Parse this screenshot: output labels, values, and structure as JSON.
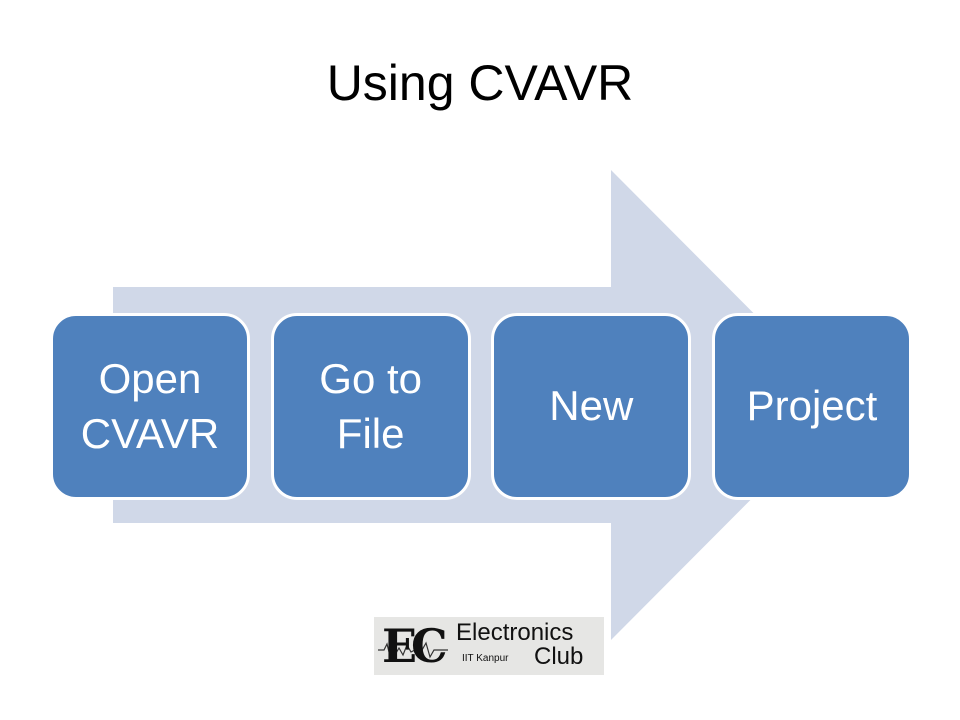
{
  "title": "Using CVAVR",
  "steps": [
    {
      "label": "Open\nCVAVR"
    },
    {
      "label": "Go to\nFile"
    },
    {
      "label": "New"
    },
    {
      "label": "Project"
    }
  ],
  "logo": {
    "mark": "EC",
    "word1": "Electronics",
    "subtitle": "IIT Kanpur",
    "word2": "Club"
  },
  "colors": {
    "step_fill": "#4f81bd",
    "arrow_fill": "#d0d8e8",
    "step_text": "#ffffff"
  }
}
